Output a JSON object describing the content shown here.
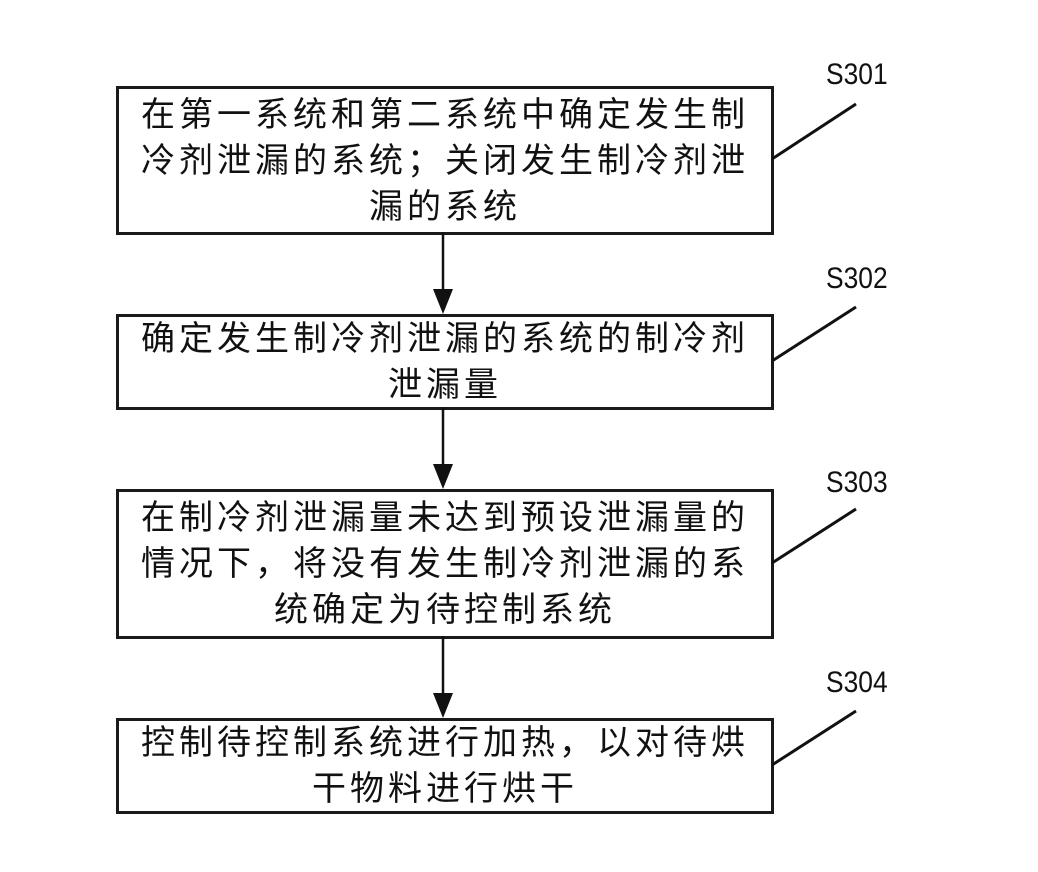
{
  "flowchart": {
    "steps": [
      {
        "id": "S301",
        "lines": [
          "在第一系统和第二系统中确定发生制",
          "冷剂泄漏的系统；关闭发生制冷剂泄",
          "漏的系统"
        ]
      },
      {
        "id": "S302",
        "lines": [
          "确定发生制冷剂泄漏的系统的制冷剂",
          "泄漏量"
        ]
      },
      {
        "id": "S303",
        "lines": [
          "在制冷剂泄漏量未达到预设泄漏量的",
          "情况下，将没有发生制冷剂泄漏的系",
          "统确定为待控制系统"
        ]
      },
      {
        "id": "S304",
        "lines": [
          "控制待控制系统进行加热，以对待烘",
          "干物料进行烘干"
        ]
      }
    ],
    "connections": [
      {
        "from": "S301",
        "to": "S302"
      },
      {
        "from": "S302",
        "to": "S303"
      },
      {
        "from": "S303",
        "to": "S304"
      }
    ]
  }
}
